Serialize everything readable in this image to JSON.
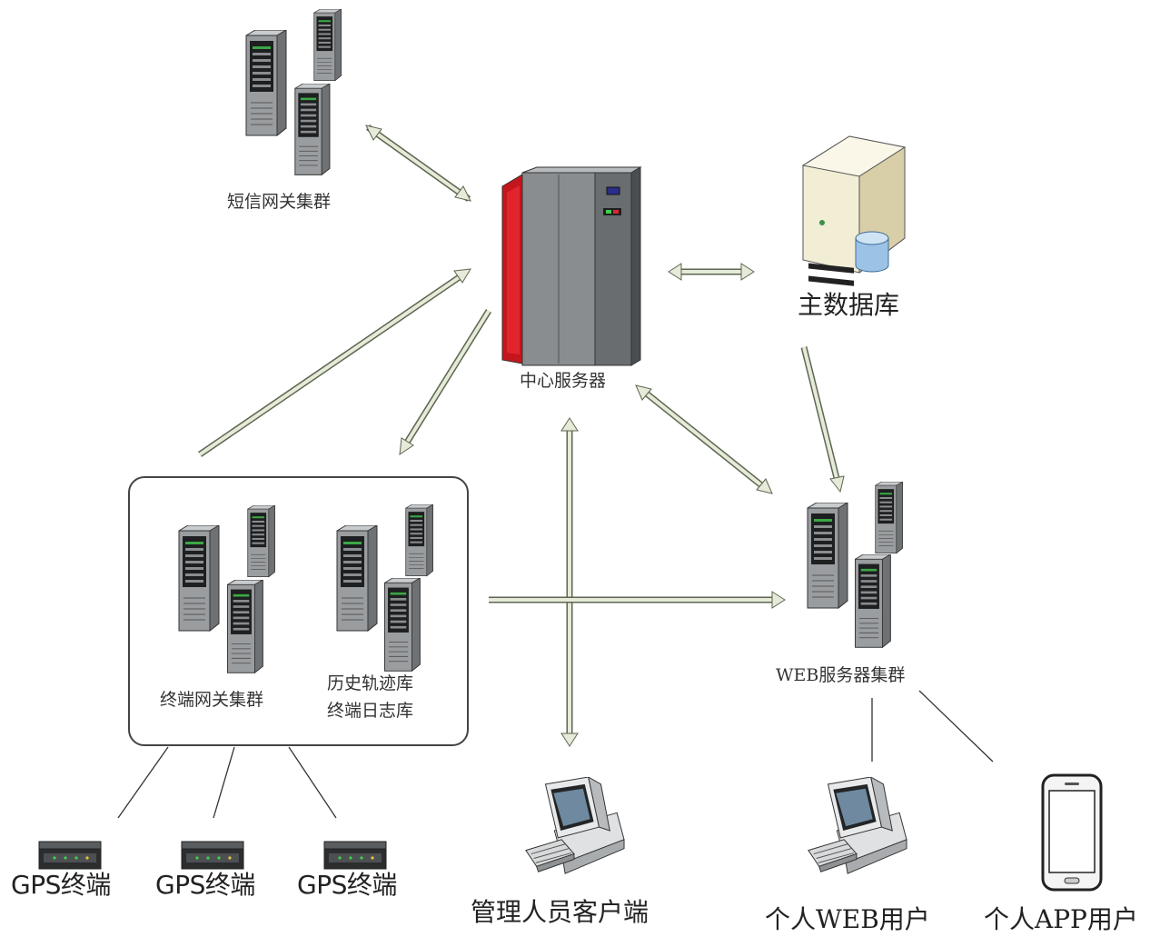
{
  "nodes": {
    "sms_gateway_cluster": "短信网关集群",
    "central_server": "中心服务器",
    "main_database": "主数据库",
    "terminal_gateway_cluster": "终端网关集群",
    "history_track_db": "历史轨迹库",
    "terminal_log_db": "终端日志库",
    "web_server_cluster": "WEB服务器集群",
    "gps_terminal_1": "GPS终端",
    "gps_terminal_2": "GPS终端",
    "gps_terminal_3": "GPS终端",
    "admin_client": "管理人员客户端",
    "personal_web_user": "个人WEB用户",
    "personal_app_user": "个人APP用户"
  },
  "colors": {
    "arrow_fill": "#e6ead8",
    "arrow_stroke": "#5c6650",
    "server_red": "#c4161c",
    "server_gray": "#8a8d90",
    "db_cylinder": "#9cc3e6"
  }
}
